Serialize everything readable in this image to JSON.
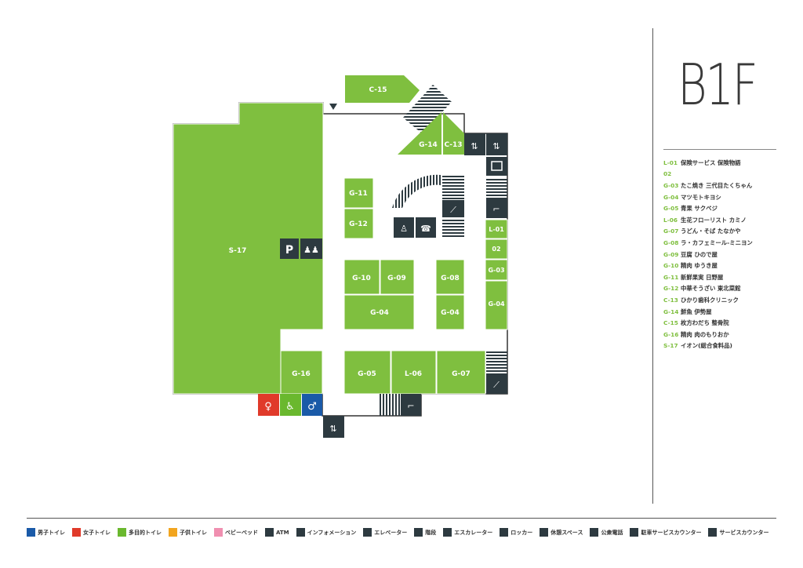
{
  "floor": "B1F",
  "colors": {
    "store": "#7fbf3f",
    "facility": "#2d3a40",
    "mens": "#1a5aa8",
    "womens": "#e03a2a",
    "multi": "#6ab82e",
    "kids": "#f2a51f",
    "baby": "#f08fb0"
  },
  "stores": [
    {
      "code": "L-01",
      "name": "保険サービス 保険物語"
    },
    {
      "code": "02",
      "name": ""
    },
    {
      "code": "G-03",
      "name": "たこ焼き 三代目たくちゃん"
    },
    {
      "code": "G-04",
      "name": "マツモトキヨシ"
    },
    {
      "code": "G-05",
      "name": "青果 サクベジ"
    },
    {
      "code": "L-06",
      "name": "生花フローリスト カミノ"
    },
    {
      "code": "G-07",
      "name": "うどん・そば たなかや"
    },
    {
      "code": "G-08",
      "name": "ラ・カフェミール-ミニヨン"
    },
    {
      "code": "G-09",
      "name": "豆腐 ひので屋"
    },
    {
      "code": "G-10",
      "name": "精肉 ゆうき屋"
    },
    {
      "code": "G-11",
      "name": "新鮮果実 日野屋"
    },
    {
      "code": "G-12",
      "name": "中華そうざい 東北菜館"
    },
    {
      "code": "C-13",
      "name": "ひかり歯科クリニック"
    },
    {
      "code": "G-14",
      "name": "鮮魚 伊勢屋"
    },
    {
      "code": "C-15",
      "name": "枚方わだち 整骨院"
    },
    {
      "code": "G-16",
      "name": "精肉 肉のもりおか"
    },
    {
      "code": "S-17",
      "name": "イオン(総合食料品)"
    }
  ],
  "map_labels": {
    "s17": "S-17",
    "c15": "C-15",
    "g14": "G-14",
    "c13": "C-13",
    "g11": "G-11",
    "g12": "G-12",
    "g10": "G-10",
    "g09": "G-09",
    "g08": "G-08",
    "g04a": "G-04",
    "g04b": "G-04",
    "g04c": "G-04",
    "l01": "L-01",
    "s02": "02",
    "g03": "G-03",
    "g16": "G-16",
    "g05": "G-05",
    "l06": "L-06",
    "g07": "G-07",
    "parking_p": "P"
  },
  "key": [
    {
      "label": "男子トイレ",
      "color": "#1a5aa8",
      "icon": "mens-toilet-icon"
    },
    {
      "label": "女子トイレ",
      "color": "#e03a2a",
      "icon": "womens-toilet-icon"
    },
    {
      "label": "多目的トイレ",
      "color": "#6ab82e",
      "icon": "accessible-toilet-icon"
    },
    {
      "label": "子供トイレ",
      "color": "#f2a51f",
      "icon": "kids-toilet-icon"
    },
    {
      "label": "ベビーベッド",
      "color": "#f08fb0",
      "icon": "baby-bed-icon"
    },
    {
      "label": "ATM",
      "color": "#2d3a40",
      "icon": "atm-icon"
    },
    {
      "label": "インフォメーション",
      "color": "#2d3a40",
      "icon": "information-icon"
    },
    {
      "label": "エレベーター",
      "color": "#2d3a40",
      "icon": "elevator-icon"
    },
    {
      "label": "階段",
      "color": "#2d3a40",
      "icon": "stairs-icon"
    },
    {
      "label": "エスカレーター",
      "color": "#2d3a40",
      "icon": "escalator-icon"
    },
    {
      "label": "ロッカー",
      "color": "#2d3a40",
      "icon": "locker-icon"
    },
    {
      "label": "休憩スペース",
      "color": "#2d3a40",
      "icon": "rest-space-icon"
    },
    {
      "label": "公衆電話",
      "color": "#2d3a40",
      "icon": "payphone-icon"
    },
    {
      "label": "駐車サービスカウンター",
      "color": "#2d3a40",
      "icon": "parking-counter-icon"
    },
    {
      "label": "サービスカウンター",
      "color": "#2d3a40",
      "icon": "service-counter-icon"
    }
  ]
}
